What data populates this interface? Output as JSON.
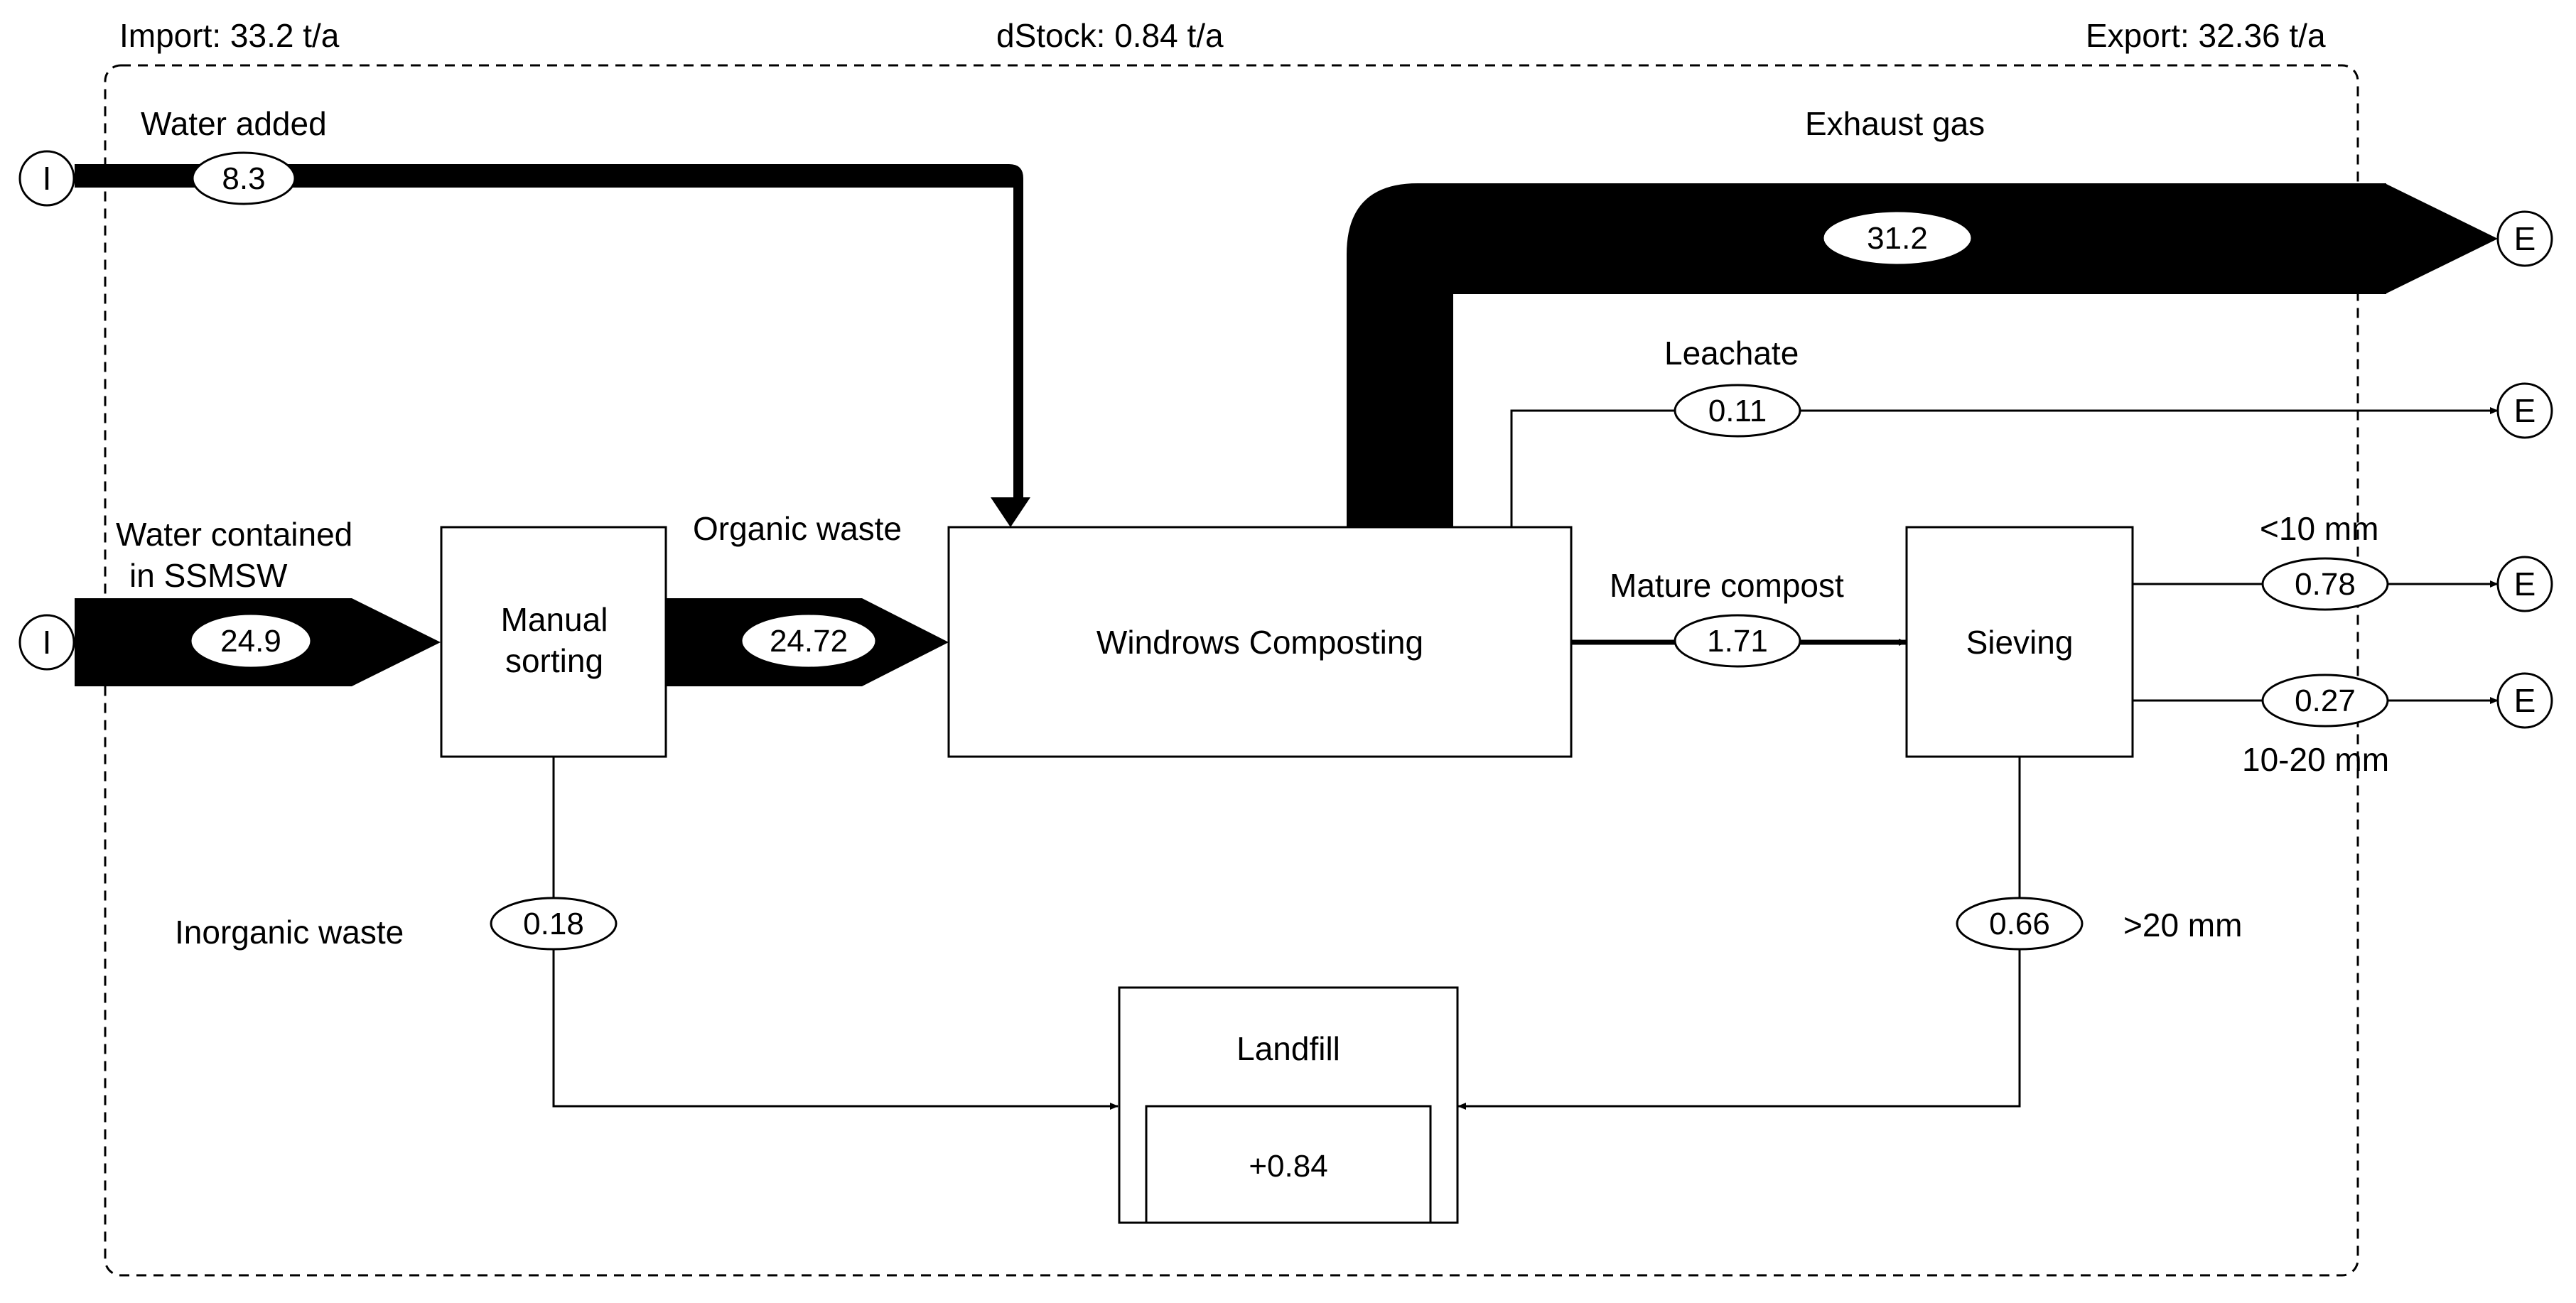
{
  "header": {
    "import": "Import: 33.2 t/a",
    "dstock": "dStock: 0.84 t/a",
    "export": "Export: 32.36 t/a"
  },
  "processes": {
    "manual_sorting": [
      "Manual",
      "sorting"
    ],
    "windrows": "Windrows Composting",
    "sieving": "Sieving",
    "landfill": "Landfill",
    "landfill_stock": "+0.84"
  },
  "flows": {
    "water_added": {
      "label": "Water added",
      "value": "8.3"
    },
    "water_contained": {
      "label": [
        "Water contained",
        "in SSMSW"
      ],
      "value": "24.9"
    },
    "organic_waste": {
      "label": "Organic waste",
      "value": "24.72"
    },
    "exhaust_gas": {
      "label": "Exhaust gas",
      "value": "31.2"
    },
    "leachate": {
      "label": "Leachate",
      "value": "0.11"
    },
    "mature_compost": {
      "label": "Mature compost",
      "value": "1.71"
    },
    "fine": {
      "label": "<10 mm",
      "value": "0.78"
    },
    "medium": {
      "label": "10-20 mm",
      "value": "0.27"
    },
    "coarse": {
      "label": ">20 mm",
      "value": "0.66"
    },
    "inorganic_waste": {
      "label": "Inorganic waste",
      "value": "0.18"
    }
  },
  "terminals": {
    "import_symbol": "I",
    "export_symbol": "E"
  }
}
